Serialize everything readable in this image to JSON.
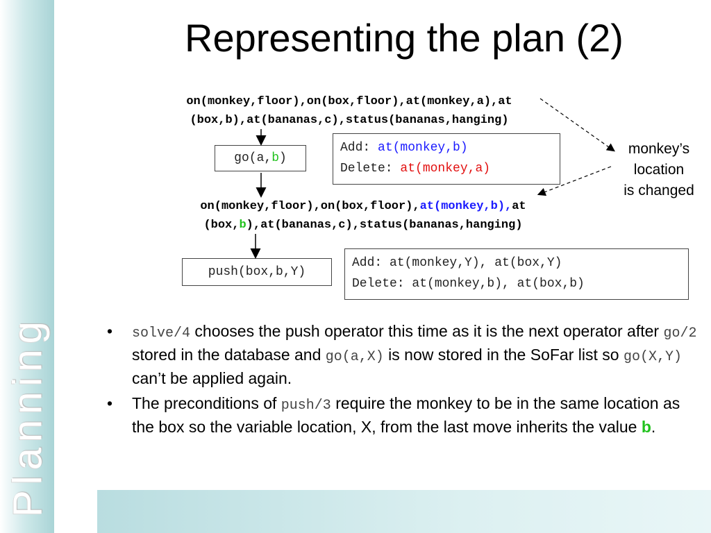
{
  "sidebar": {
    "label": "Planning"
  },
  "title": "Representing the plan (2)",
  "diagram": {
    "state1": {
      "line1": "on(monkey,floor),on(box,floor),at(monkey,a),at",
      "line2": "(box,b),at(bananas,c),status(bananas,hanging)"
    },
    "op1": {
      "prefix": "go(a,",
      "arg": "b",
      "suffix": ")"
    },
    "effects1": {
      "add_label": "Add: ",
      "add_value": "at(monkey,b)",
      "delete_label": "Delete: ",
      "delete_value": "at(monkey,a)"
    },
    "state2": {
      "line1_a": "on(monkey,floor),on(box,floor),",
      "line1_b": "at(monkey,b),",
      "line1_c": "at",
      "line2_a": "(box,",
      "line2_b": "b",
      "line2_c": "),at(bananas,c),status(bananas,hanging)"
    },
    "op2": {
      "label": "push(box,b,Y)"
    },
    "effects2": {
      "add": "Add: at(monkey,Y), at(box,Y)",
      "delete": "Delete: at(monkey,b), at(box,b)"
    },
    "note": {
      "line1": "monkey’s",
      "line2": "location",
      "line3": "is changed"
    }
  },
  "bullets": {
    "b1": {
      "bullet": "•",
      "code1": "solve/4",
      "t1": " chooses the push operator this time as it is the next operator after ",
      "code2": "go/2",
      "t2": " stored in the database and ",
      "code3": "go(a,X)",
      "t3": " is now stored in the SoFar list so ",
      "code4": "go(X,Y)",
      "t4": " can’t be applied again."
    },
    "b2": {
      "bullet": "•",
      "t1": "The preconditions of ",
      "code1": "push/3",
      "t2": " require the monkey to be in the same location as the box so the variable location, X, from the last move inherits the value ",
      "highlight": "b",
      "t3": "."
    }
  },
  "colors": {
    "add_blue": "#1a1aff",
    "delete_red": "#e21010",
    "highlight_green": "#22c21e",
    "sidebar_teal": "#a9d4d6"
  }
}
